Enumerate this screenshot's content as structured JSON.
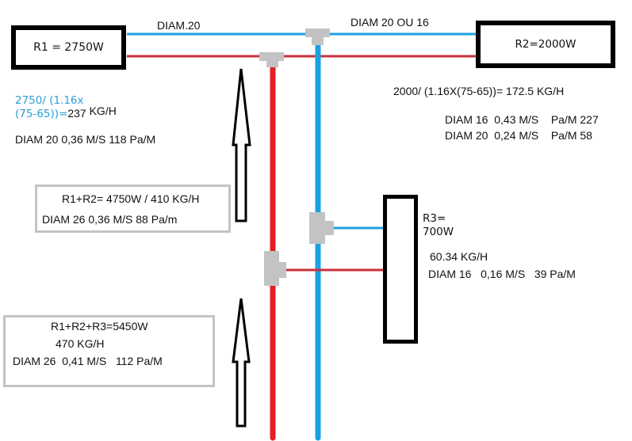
{
  "colors": {
    "supply_pipe": "#e31e24",
    "supply_pipe_horizontal": "#c8313a",
    "return_pipe": "#1ba1e2",
    "fitting": "#c3c3c3",
    "radiator_border": "#000000",
    "info_box_border": "#c4c4c4",
    "formula_text": "#2a9fd3"
  },
  "labels": {
    "pipe_r1": "DIAM.20",
    "pipe_r2": "DIAM 20 OU 16"
  },
  "radiators": {
    "r1": {
      "label": "R1 = 2750W"
    },
    "r2": {
      "label": "R2=2000W"
    },
    "r3": {
      "label_line1": "R3=",
      "label_line2": "700W"
    }
  },
  "r1_calc": {
    "formula_line1": "2750/ (1.16x",
    "formula_line2": "(75-65))=",
    "result": "237",
    "unit": " KG/H",
    "pipe": "DIAM 20  0,36 M/S  118 Pa/M"
  },
  "r2_calc": {
    "formula": "2000/ (1.16X(75-65))= 172.5  KG/H",
    "pipe_16": "DIAM 16  0,43 M/S    Pa/M 227",
    "pipe_20": "DIAM 20  0,24 M/S    Pa/M 58"
  },
  "r3_calc": {
    "flow": "60.34 KG/H",
    "pipe": "DIAM 16   0,16 M/S   39 Pa/M"
  },
  "segment_r1r2": {
    "line1": "R1+R2= 4750W / 410 KG/H",
    "line2": "DIAM 26  0,36 M/S  88 Pa/m"
  },
  "segment_r1r2r3": {
    "line1": "R1+R2+R3=5450W",
    "line2": "470 KG/H",
    "line3": "DIAM 26  0,41 M/S   112 Pa/M"
  },
  "flow_arrows": [
    {
      "direction": "up",
      "meaning": "supply flow direction"
    },
    {
      "direction": "up",
      "meaning": "supply flow direction"
    }
  ]
}
